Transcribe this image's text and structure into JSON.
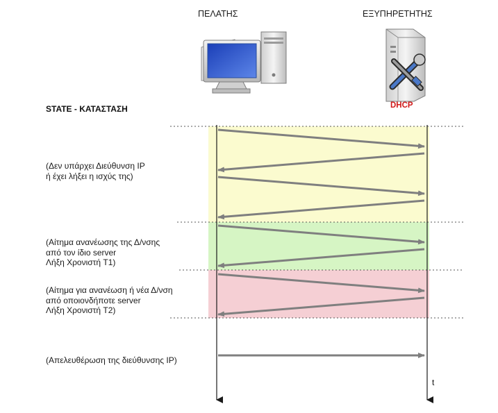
{
  "actors": {
    "client": "ΠΕΛΑΤΗΣ",
    "server": "ΕΞΥΠΗΡΕΤΗΤΗΣ",
    "server_badge": "DHCP"
  },
  "state_title": "STATE - ΚΑΤΑΣΤΑΣΗ",
  "states": [
    {
      "lines": [
        "(Δεν υπάρχει Διεύθυνση IP",
        "ή έχει λήξει η ισχύς της)"
      ],
      "color": "#fbfbcf",
      "messages": 4
    },
    {
      "lines": [
        "(Αίτημα ανανέωσης της Δ/νσης",
        "από τον ίδιο server",
        "Λήξη Χρονιστή T1)"
      ],
      "color": "#d6f5c4",
      "messages": 2
    },
    {
      "lines": [
        "(Αίτημα για ανανέωση ή νέα Δ/νση",
        "από οποιονδήποτε server",
        "Λήξη Χρονιστή T2)"
      ],
      "color": "#f5cfd4",
      "messages": 2
    },
    {
      "lines": [
        "(Απελευθέρωση της διεύθυνσης IP)"
      ],
      "color": "#ffffff",
      "messages": 1
    }
  ],
  "time_axis": "t",
  "colors": {
    "arrow": "#7f7f7f",
    "timeline": "#1a1a1a",
    "dhcp": "#d11a1a"
  },
  "icons": {
    "client": "desktop-computer-icon",
    "server": "server-tools-icon"
  }
}
